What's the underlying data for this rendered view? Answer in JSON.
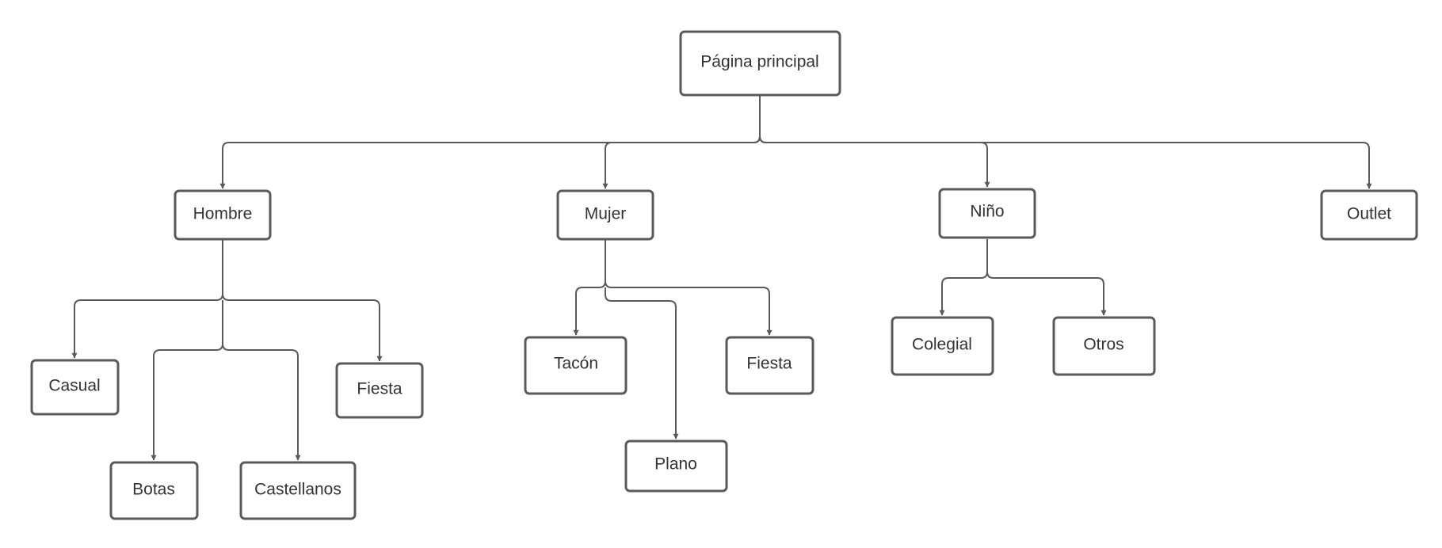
{
  "nodes": {
    "root": {
      "label": "Página principal"
    },
    "hombre": {
      "label": "Hombre"
    },
    "mujer": {
      "label": "Mujer"
    },
    "nino": {
      "label": "Niño"
    },
    "outlet": {
      "label": "Outlet"
    },
    "casual": {
      "label": "Casual"
    },
    "botas": {
      "label": "Botas"
    },
    "castell": {
      "label": "Castellanos"
    },
    "fiesta_h": {
      "label": "Fiesta"
    },
    "tacon": {
      "label": "Tacón"
    },
    "plano": {
      "label": "Plano"
    },
    "fiesta_m": {
      "label": "Fiesta"
    },
    "colegial": {
      "label": "Colegial"
    },
    "otros": {
      "label": "Otros"
    }
  },
  "edges": [
    [
      "root",
      "hombre"
    ],
    [
      "root",
      "mujer"
    ],
    [
      "root",
      "nino"
    ],
    [
      "root",
      "outlet"
    ],
    [
      "hombre",
      "casual"
    ],
    [
      "hombre",
      "botas"
    ],
    [
      "hombre",
      "castell"
    ],
    [
      "hombre",
      "fiesta_h"
    ],
    [
      "mujer",
      "tacon"
    ],
    [
      "mujer",
      "plano"
    ],
    [
      "mujer",
      "fiesta_m"
    ],
    [
      "nino",
      "colegial"
    ],
    [
      "nino",
      "otros"
    ]
  ],
  "colors": {
    "stroke": "#5a5a5a",
    "text": "#333333",
    "background": "#ffffff"
  }
}
